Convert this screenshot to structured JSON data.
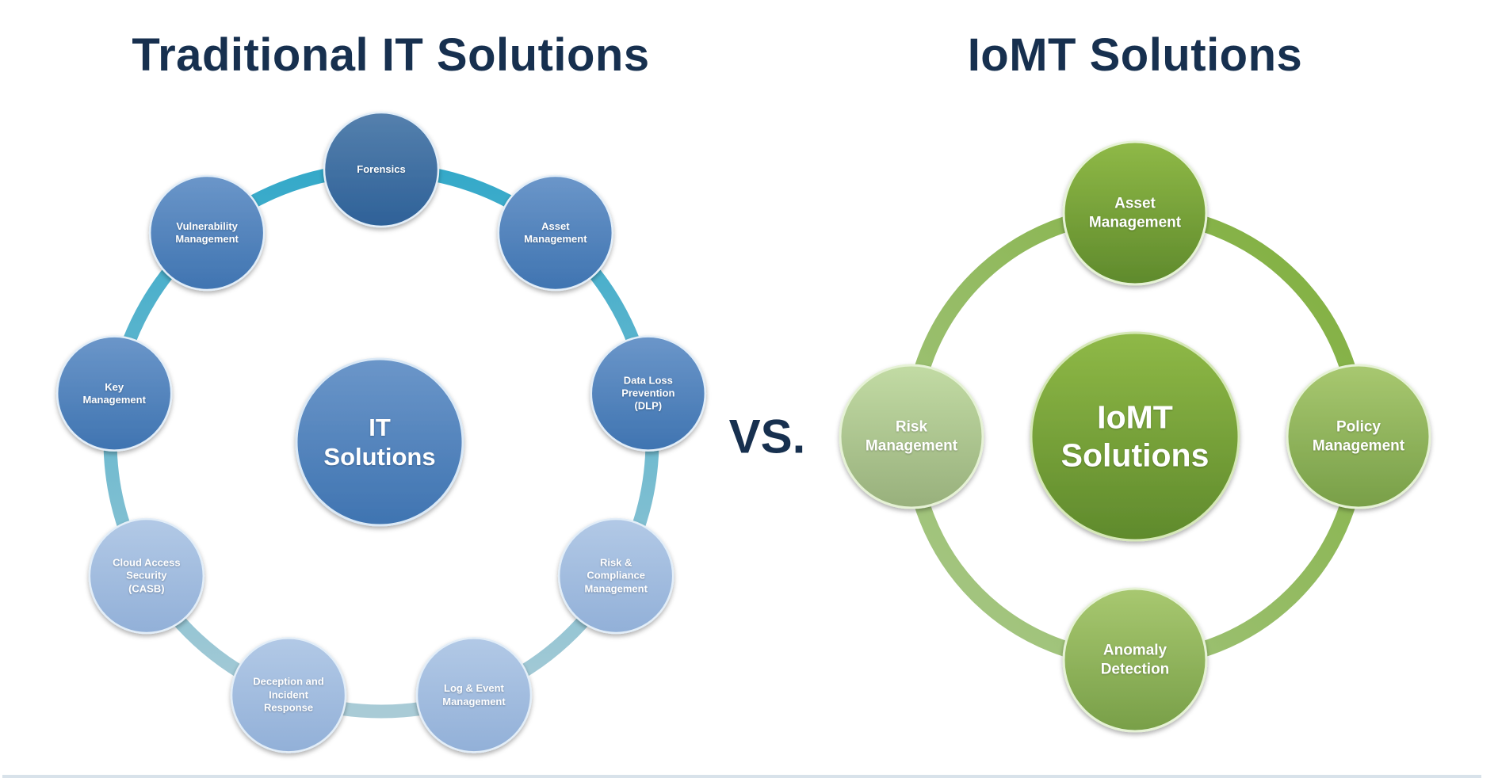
{
  "left": {
    "title": "Traditional IT Solutions",
    "center": "IT\nSolutions",
    "nodes": [
      {
        "label": "Forensics"
      },
      {
        "label": "Asset\nManagement"
      },
      {
        "label": "Data Loss\nPrevention\n(DLP)"
      },
      {
        "label": "Risk &\nCompliance\nManagement"
      },
      {
        "label": "Log & Event\nManagement"
      },
      {
        "label": "Deception and\nIncident\nResponse"
      },
      {
        "label": "Cloud Access\nSecurity\n(CASB)"
      },
      {
        "label": "Key\nManagement"
      },
      {
        "label": "Vulnerability\nManagement"
      }
    ],
    "colors": {
      "dark": "#2f6196",
      "light": "#9db8de",
      "ring": "#4fb0c8"
    }
  },
  "vs_label": "VS.",
  "right": {
    "title": "IoMT Solutions",
    "center": "IoMT\nSolutions",
    "nodes": [
      {
        "label": "Asset\nManagement"
      },
      {
        "label": "Policy\nManagement"
      },
      {
        "label": "Anomaly\nDetection"
      },
      {
        "label": "Risk\nManagement"
      }
    ],
    "colors": {
      "dark": "#6a9a2e",
      "light": "#b7d39a",
      "ring": "#8db54e"
    }
  }
}
